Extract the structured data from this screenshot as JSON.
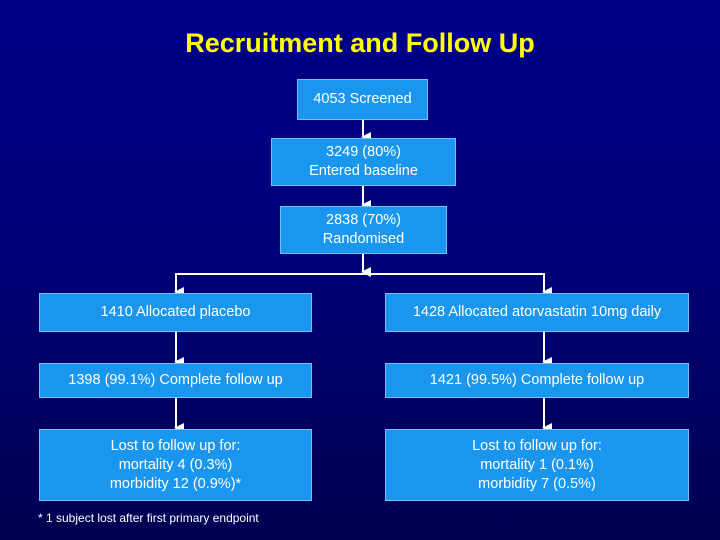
{
  "title": "Recruitment and Follow Up",
  "boxes": {
    "screened": [
      "4053 Screened"
    ],
    "baseline": [
      "3249 (80%)",
      "Entered baseline"
    ],
    "randomised": [
      "2838 (70%)",
      "Randomised"
    ],
    "placebo": [
      "1410 Allocated placebo"
    ],
    "atorvastatin": [
      "1428 Allocated atorvastatin 10mg daily"
    ],
    "placebo_followup": [
      "1398 (99.1%) Complete follow up"
    ],
    "atorvastatin_followup": [
      "1421 (99.5%) Complete follow up"
    ],
    "placebo_lost": [
      "Lost to follow up for:",
      "mortality 4 (0.3%)",
      "morbidity 12 (0.9%)*"
    ],
    "atorvastatin_lost": [
      "Lost to follow up for:",
      "mortality 1 (0.1%)",
      "morbidity 7 (0.5%)"
    ]
  },
  "footnote": "* 1 subject lost after first primary endpoint",
  "colors": {
    "background": "#000088",
    "title": "#ffff00",
    "box_fill": "#1a96ee",
    "box_text": "#ffffff",
    "connector": "#ffffff"
  }
}
